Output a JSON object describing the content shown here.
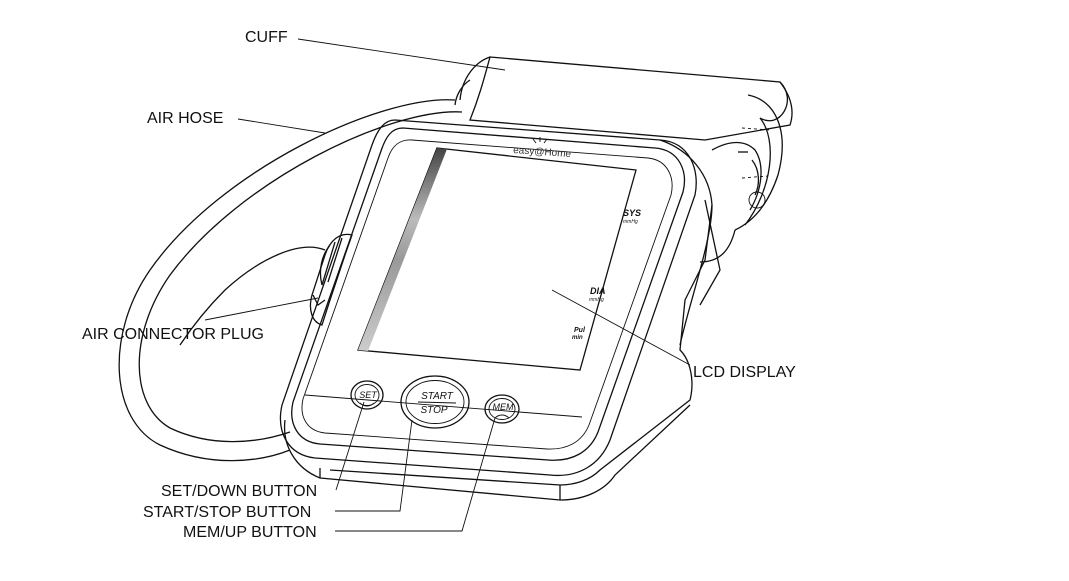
{
  "labels": {
    "cuff": "CUFF",
    "air_hose": "AIR HOSE",
    "air_connector_plug": "AIR CONNECTOR PLUG",
    "lcd_display": "LCD DISPLAY",
    "set_down_button": "SET/DOWN BUTTON",
    "start_stop_button": "START/STOP BUTTON",
    "mem_up_button": "MEM/UP BUTTON"
  },
  "device": {
    "brand": "easy@Home",
    "indicators": {
      "sys": "SYS",
      "sys_unit": "mmHg",
      "dia": "DIA",
      "dia_unit": "mmHg",
      "pul": "Pul",
      "pul_unit": "min"
    },
    "buttons": {
      "set": "SET",
      "start": "START",
      "stop": "STOP",
      "mem": "MEM"
    }
  }
}
